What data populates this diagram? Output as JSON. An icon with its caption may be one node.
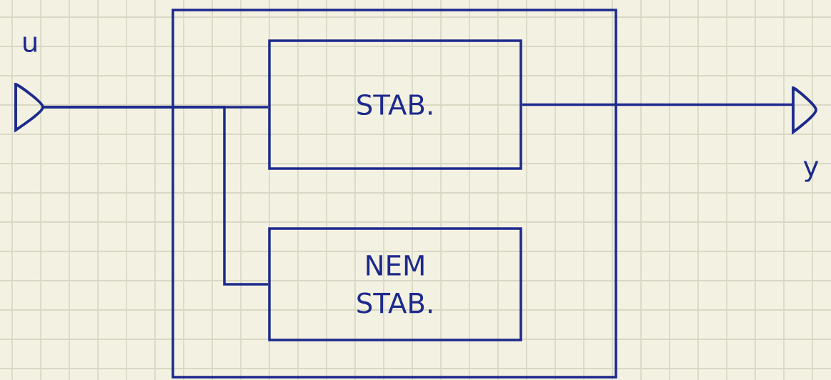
{
  "diagram": {
    "nodes": [
      {
        "text": [],
        "shape": "box"
      },
      {
        "text": [
          "STAB."
        ],
        "in": 0
      },
      {
        "text": [
          "NEM STAB."
        ],
        "in": 0
      },
      {
        "text": [],
        "shape": "terminal",
        "beside": [
          "u"
        ]
      },
      {
        "text": [],
        "shape": "terminal",
        "beside": [
          "y"
        ]
      }
    ],
    "edges": [
      {
        "from": 3,
        "to": 1,
        "arrow": "none"
      },
      {
        "from": 3,
        "to": 2,
        "arrow": "none"
      },
      {
        "from": 1,
        "to": 4,
        "arrow": "none"
      }
    ]
  }
}
